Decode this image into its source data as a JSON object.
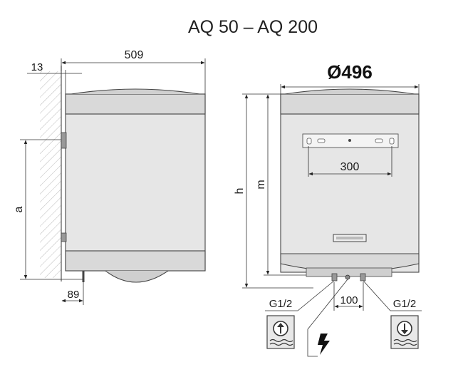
{
  "title": "AQ 50 – AQ 200",
  "side_view": {
    "dim_wall_gap": "13",
    "dim_depth": "509",
    "dim_a": "a",
    "dim_pipe_offset": "89"
  },
  "front_view": {
    "dim_diameter": "Ø496",
    "dim_bracket": "300",
    "dim_h": "h",
    "dim_m": "m",
    "dim_pipe_spacing": "100"
  },
  "connections": {
    "inlet_label": "G1/2",
    "outlet_label": "G1/2",
    "inlet_icon": "cold-water-inlet-icon",
    "outlet_icon": "hot-water-outlet-icon",
    "power_icon": "lightning-bolt-icon"
  },
  "colors": {
    "body_fill": "#e6e6e6",
    "cap_fill": "#d9d9d9",
    "line": "#333333"
  }
}
